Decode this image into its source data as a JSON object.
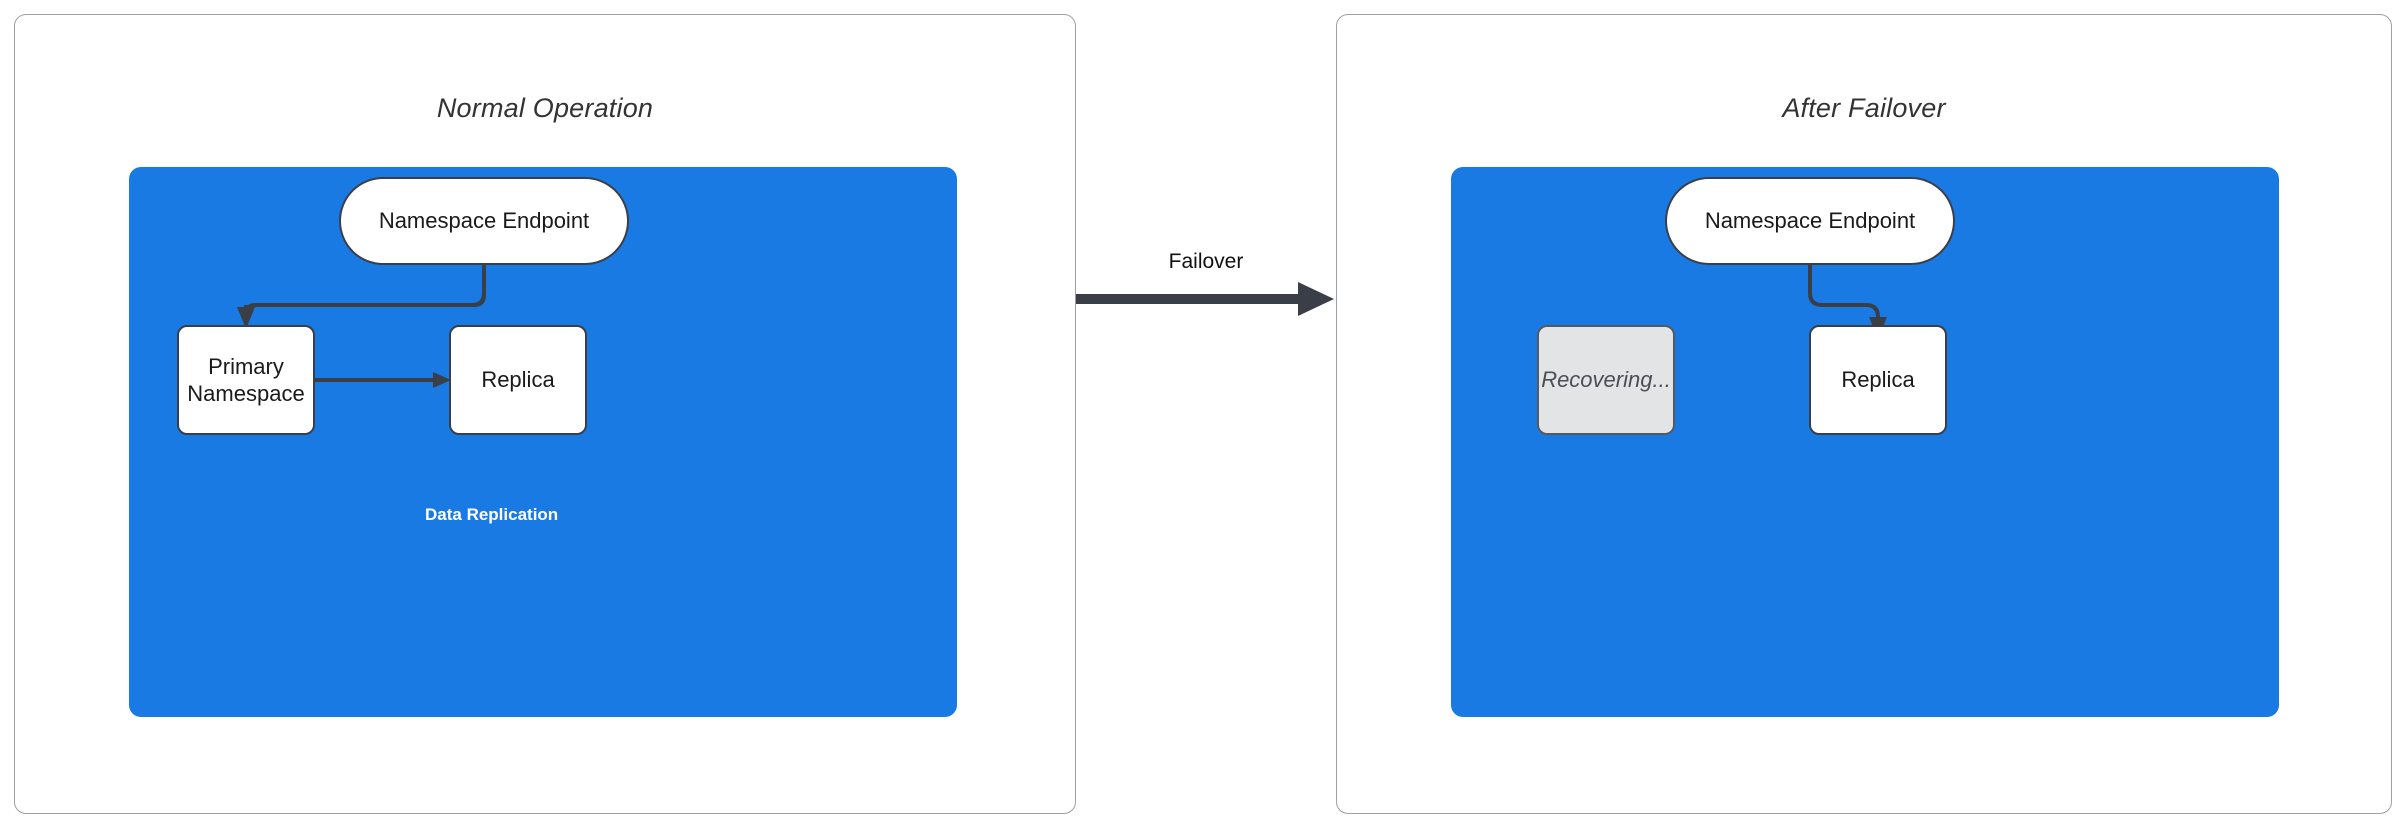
{
  "diagram": {
    "title_left": "Normal Operation",
    "title_right": "After Failover",
    "colors": {
      "region_blue": "#1a7ae4",
      "stroke_dark": "#3a3f47",
      "panel_border": "#9aa0a6",
      "recovering_fill": "#e2e4e6",
      "node_fill": "#ffffff"
    }
  },
  "left_panel": {
    "title": "Normal Operation",
    "nodes": {
      "endpoint": "Namespace Endpoint",
      "primary": "Primary\nNamespace",
      "primary_line1": "Primary",
      "primary_line2": "Namespace",
      "replica": "Replica"
    },
    "edges": {
      "endpoint_to_primary": "",
      "data_replication": "Data Replication"
    }
  },
  "center": {
    "failover_label": "Failover"
  },
  "right_panel": {
    "title": "After Failover",
    "nodes": {
      "endpoint": "Namespace Endpoint",
      "recovering": "Recovering...",
      "replica": "Replica"
    },
    "edges": {
      "endpoint_to_replica": ""
    }
  }
}
